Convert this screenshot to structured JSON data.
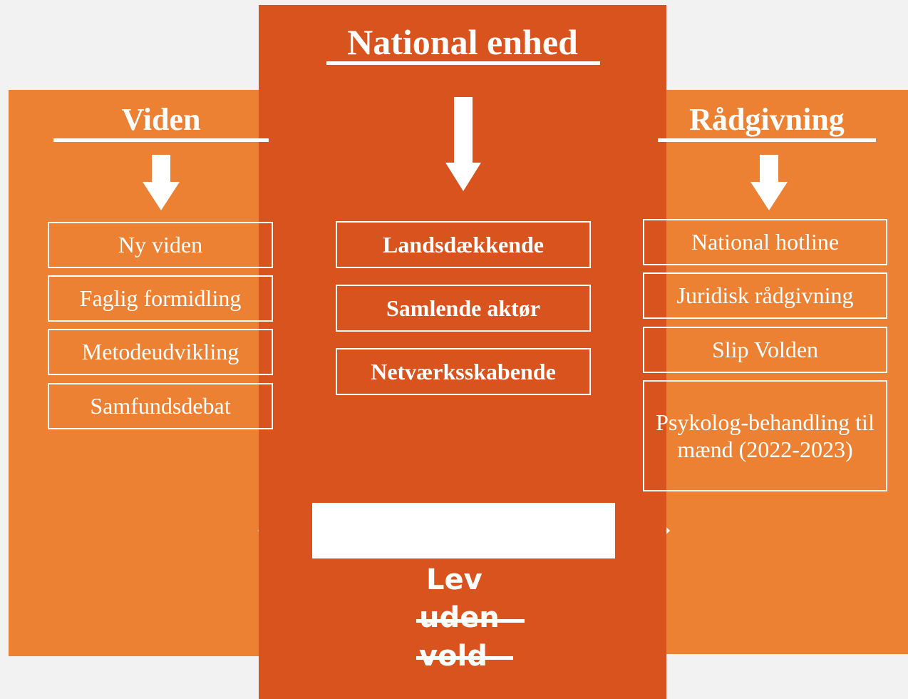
{
  "center": {
    "title": "National enhed",
    "items": [
      "Landsdækkende",
      "Samlende aktør",
      "Netværksskabende"
    ]
  },
  "left": {
    "title": "Viden",
    "items": [
      "Ny viden",
      "Faglig formidling",
      "Metodeudvikling",
      "Samfundsdebat"
    ]
  },
  "right": {
    "title": "Rådgivning",
    "items": [
      "National hotline",
      "Juridisk rådgivning",
      "Slip Volden",
      "Psykolog-behandling til mænd (2022-2023)"
    ]
  },
  "logo": {
    "word1": "Lev",
    "word2": "uden",
    "word3": "vold"
  },
  "colors": {
    "background": "#f2f2f2",
    "side_panel": "#ec8133",
    "center_panel": "#d9531e",
    "foreground": "#ffffff"
  }
}
